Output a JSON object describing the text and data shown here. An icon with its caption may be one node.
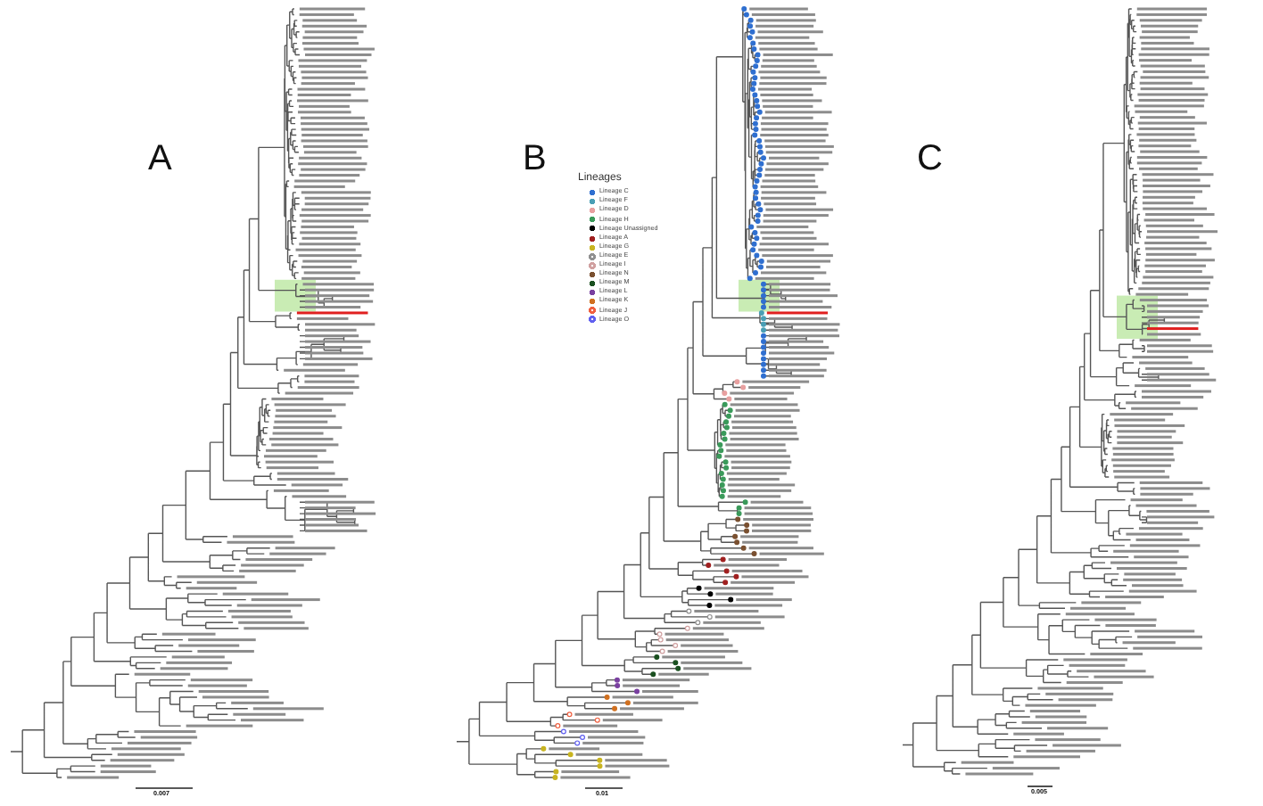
{
  "diagram": {
    "labels": [
      "A",
      "B",
      "Lineages",
      "C",
      "0.007",
      "0.01",
      "0.005"
    ],
    "legend": [
      {
        "text": "Lineage C",
        "color": "#2f6fd0"
      },
      {
        "text": "Lineage F",
        "color": "#4a9fb5"
      },
      {
        "text": "Lineage D",
        "color": "#e8a0a0"
      },
      {
        "text": "Lineage H",
        "color": "#3a9a5a"
      },
      {
        "text": "Lineage Unassigned",
        "color": "#000000"
      },
      {
        "text": "Lineage A",
        "color": "#a02020"
      },
      {
        "text": "Lineage G",
        "color": "#c8b420"
      },
      {
        "text": "Lineage E",
        "color": "#909090"
      },
      {
        "text": "Lineage I",
        "color": "#d0a0a0"
      },
      {
        "text": "Lineage N",
        "color": "#7a5030"
      },
      {
        "text": "Lineage M",
        "color": "#1a5020"
      },
      {
        "text": "Lineage L",
        "color": "#7a40a0"
      },
      {
        "text": "Lineage K",
        "color": "#d07020"
      },
      {
        "text": "Lineage J",
        "color": "#f06040"
      },
      {
        "text": "Lineage O",
        "color": "#6060f0"
      }
    ]
  }
}
